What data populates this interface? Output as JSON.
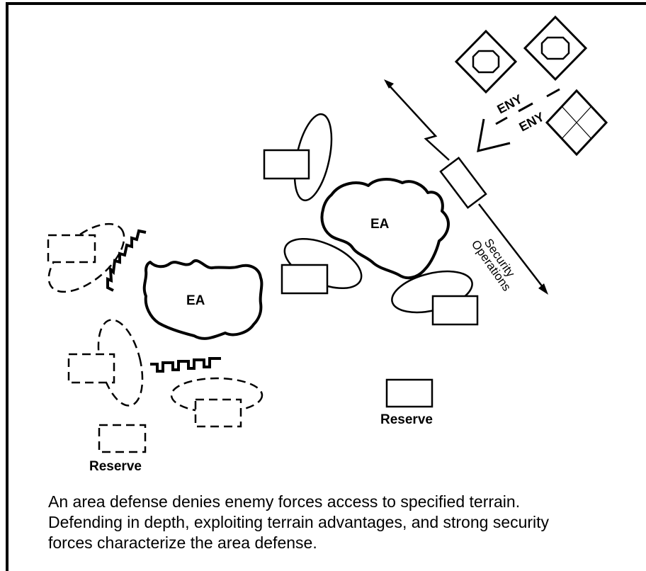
{
  "diagram": {
    "labels": {
      "engagement_area": "EA",
      "reserve": "Reserve",
      "security_line1": "Security",
      "security_line2": "Operations",
      "enemy": "ENY"
    }
  },
  "caption": {
    "lines": [
      "An area defense denies enemy forces access to specified terrain.",
      "Defending in depth, exploiting terrain advantages, and strong security",
      "forces characterize the area defense."
    ]
  }
}
